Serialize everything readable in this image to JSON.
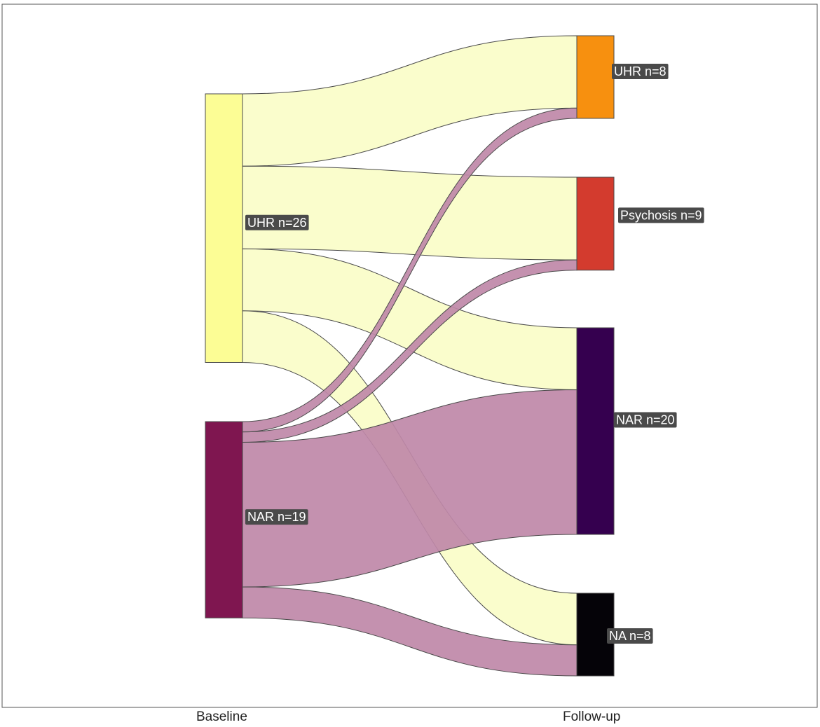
{
  "chart_data": {
    "type": "sankey",
    "title": "",
    "stages": [
      "Baseline",
      "Follow-up"
    ],
    "nodes": [
      {
        "id": "b_uhr",
        "stage": "Baseline",
        "name": "UHR",
        "label": "UHR  n=26",
        "value": 26,
        "color": "#FCFD95"
      },
      {
        "id": "b_nar",
        "stage": "Baseline",
        "name": "NAR",
        "label": "NAR  n=19",
        "value": 19,
        "color": "#7F1650"
      },
      {
        "id": "f_uhr",
        "stage": "Follow-up",
        "name": "UHR",
        "label": "UHR n=8",
        "value": 8,
        "color": "#F7900F"
      },
      {
        "id": "f_psy",
        "stage": "Follow-up",
        "name": "Psychosis",
        "label": "Psychosis n=9",
        "value": 9,
        "color": "#D33B2E"
      },
      {
        "id": "f_nar",
        "stage": "Follow-up",
        "name": "NAR",
        "label": "NAR n=20",
        "value": 20,
        "color": "#35004F"
      },
      {
        "id": "f_na",
        "stage": "Follow-up",
        "name": "NA",
        "label": "NA n=8",
        "value": 8,
        "color": "#050308"
      }
    ],
    "links": [
      {
        "source": "b_uhr",
        "target": "f_uhr",
        "value": 7
      },
      {
        "source": "b_uhr",
        "target": "f_psy",
        "value": 8
      },
      {
        "source": "b_uhr",
        "target": "f_nar",
        "value": 6
      },
      {
        "source": "b_uhr",
        "target": "f_na",
        "value": 5
      },
      {
        "source": "b_nar",
        "target": "f_uhr",
        "value": 1
      },
      {
        "source": "b_nar",
        "target": "f_psy",
        "value": 1
      },
      {
        "source": "b_nar",
        "target": "f_nar",
        "value": 14
      },
      {
        "source": "b_nar",
        "target": "f_na",
        "value": 3
      }
    ],
    "link_colors": {
      "b_uhr": "#FAFDC8",
      "b_nar": "#BF88A8"
    },
    "label_box_color": "#4A4A4A",
    "label_text_color": "#FFFFFF",
    "grid": false,
    "legend": "none"
  },
  "axis": {
    "baseline_label": "Baseline",
    "followup_label": "Follow-up"
  }
}
